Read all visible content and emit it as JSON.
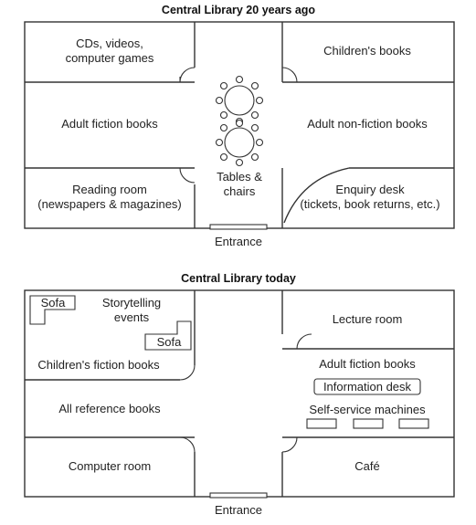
{
  "past": {
    "title": "Central Library 20 years ago",
    "rooms": {
      "cds": [
        "CDs, videos,",
        "computer games"
      ],
      "adult_fiction": "Adult fiction books",
      "reading_room": [
        "Reading room",
        "(newspapers & magazines)"
      ],
      "childrens_books": "Children's books",
      "adult_nonfiction": "Adult non-fiction books",
      "enquiry_desk": [
        "Enquiry desk",
        "(tickets, book returns, etc.)"
      ],
      "tables": [
        "Tables &",
        "chairs"
      ]
    },
    "entrance": "Entrance"
  },
  "today": {
    "title": "Central Library today",
    "rooms": {
      "sofa_1": "Sofa",
      "storytelling": [
        "Storytelling",
        "events"
      ],
      "sofa_2": "Sofa",
      "childrens_fiction": "Children's fiction books",
      "reference": "All reference books",
      "computer_room": "Computer room",
      "lecture_room": "Lecture room",
      "adult_fiction": "Adult fiction books",
      "information_desk": "Information desk",
      "self_service": "Self-service machines",
      "cafe": "Café"
    },
    "entrance": "Entrance"
  }
}
